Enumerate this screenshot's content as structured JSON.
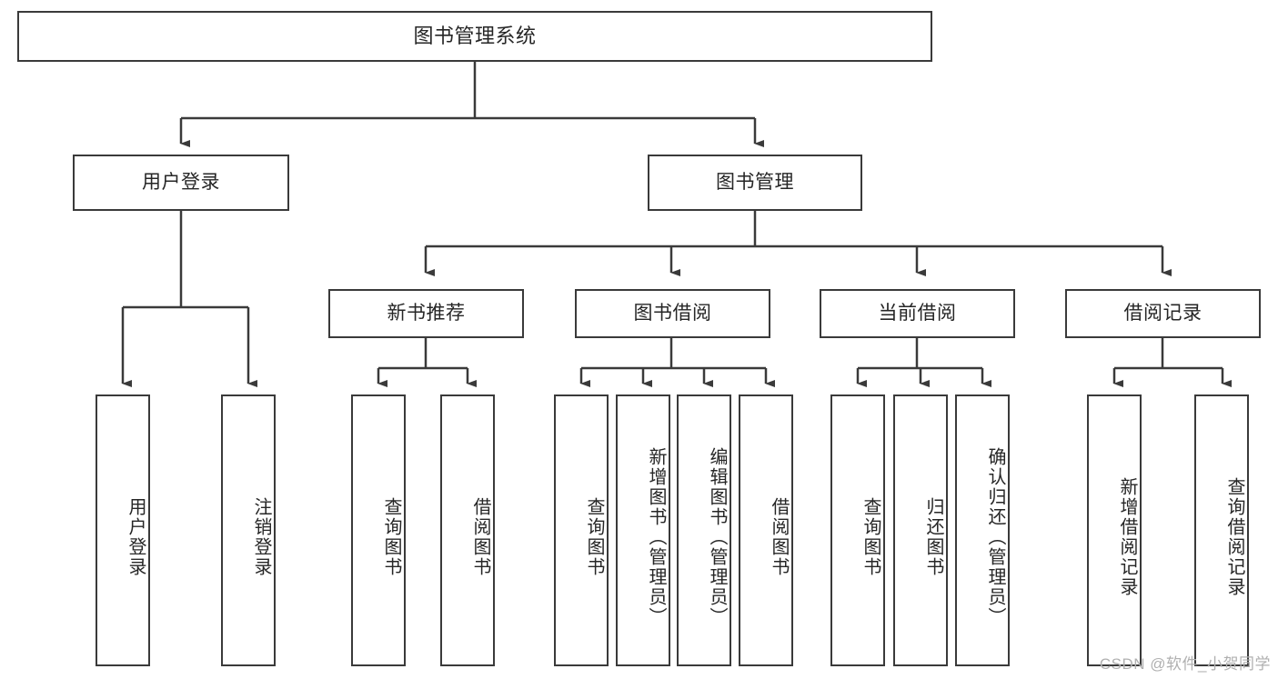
{
  "diagram": {
    "title": "图书管理系统",
    "root": {
      "label": "图书管理系统"
    },
    "level2": [
      {
        "label": "用户登录"
      },
      {
        "label": "图书管理"
      }
    ],
    "level3": [
      {
        "label": "新书推荐"
      },
      {
        "label": "图书借阅"
      },
      {
        "label": "当前借阅"
      },
      {
        "label": "借阅记录"
      }
    ],
    "leaves": {
      "user_login": [
        {
          "label": "用户登录"
        },
        {
          "label": "注销登录"
        }
      ],
      "new_book": [
        {
          "label": "查询图书"
        },
        {
          "label": "借阅图书"
        }
      ],
      "book_borrow": [
        {
          "label": "查询图书"
        },
        {
          "label": "新增图书（管理员）"
        },
        {
          "label": "编辑图书（管理员）"
        },
        {
          "label": "借阅图书"
        }
      ],
      "current_borrow": [
        {
          "label": "查询图书"
        },
        {
          "label": "归还图书"
        },
        {
          "label": "确认归还（管理员）"
        }
      ],
      "borrow_record": [
        {
          "label": "新增借阅记录"
        },
        {
          "label": "查询借阅记录"
        }
      ]
    }
  },
  "watermark": {
    "text": "CSDN @软件_小贺同学"
  },
  "colors": {
    "stroke": "#3a3a3a",
    "text": "#262626",
    "background": "#ffffff",
    "watermark": "#b0b0b0"
  }
}
